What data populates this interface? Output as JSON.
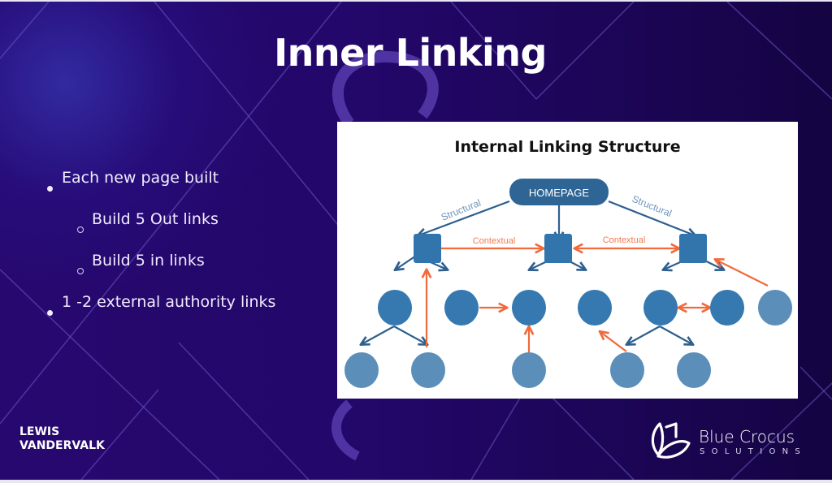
{
  "slide": {
    "title": "Inner Linking",
    "bullets": [
      {
        "level": 1,
        "text": "Each new page built"
      },
      {
        "level": 2,
        "text": "Build 5 Out links"
      },
      {
        "level": 2,
        "text": "Build 5 in links"
      },
      {
        "level": 1,
        "text": "1 -2 external authority links"
      }
    ],
    "author": {
      "first": "LEWIS",
      "last": "VANDERVALK"
    },
    "logo": {
      "name": "Blue Crocus",
      "subtitle": "SOLUTIONS",
      "icon": "crocus-flower-icon"
    }
  },
  "diagram": {
    "title": "Internal Linking Structure",
    "root_label": "HOMEPAGE",
    "structural_label": "Structural",
    "contextual_label": "Contextual",
    "colors": {
      "root": "#2e6594",
      "category": "#3275ac",
      "page": "#3679b0",
      "subpage": "#5b8fba",
      "structural_arrow": "#2e5f8e",
      "contextual_arrow": "#f06a3c",
      "structural_text": "#6f95bb",
      "contextual_text": "#f27b52"
    }
  }
}
